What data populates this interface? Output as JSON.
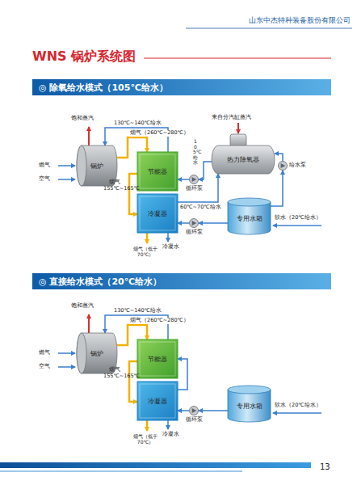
{
  "diagram": {
    "title": "WNS 锅炉系统图",
    "nodes": [
      {
        "text": [
          "◎  除氧给水模式（105℃给水）"
        ]
      },
      {
        "text": [
          "锅炉"
        ]
      },
      {
        "text": [
          "节能器"
        ]
      },
      {
        "text": [
          "冷凝器"
        ]
      },
      {
        "text": [
          "热力除氧器"
        ]
      },
      {
        "text": [
          "循环泵"
        ]
      },
      {
        "text": [
          "给水泵"
        ]
      },
      {
        "text": [
          "循环泵"
        ]
      },
      {
        "text": [
          "专用水箱"
        ]
      },
      {
        "text": [
          "◎  直接给水模式（20℃给水）"
        ]
      },
      {
        "text": [
          "锅炉"
        ]
      },
      {
        "text": [
          "节能器"
        ]
      },
      {
        "text": [
          "冷凝器"
        ]
      },
      {
        "text": [
          "循环泵"
        ]
      },
      {
        "text": [
          "专用水箱"
        ]
      }
    ],
    "edges": [
      {
        "from": 1,
        "to": 2,
        "arrow": "to",
        "label": "烟气（260℃~280℃）"
      },
      {
        "from": 2,
        "to": 1,
        "arrow": "to",
        "label": "130℃~140℃给水"
      },
      {
        "from": 2,
        "to": 3,
        "arrow": "to"
      },
      {
        "from": 4,
        "to": 5,
        "arrow": "to"
      },
      {
        "from": 5,
        "to": 2,
        "arrow": "to"
      },
      {
        "from": 3,
        "to": 4,
        "arrow": "to",
        "label": "60℃~70℃给水"
      },
      {
        "from": 8,
        "to": 7,
        "arrow": "to"
      },
      {
        "from": 7,
        "to": 3,
        "arrow": "to"
      },
      {
        "from": 8,
        "to": 6,
        "arrow": "to"
      },
      {
        "from": 6,
        "to": 4,
        "arrow": "to"
      },
      {
        "from": 10,
        "to": 11,
        "arrow": "to",
        "label": "烟气（260℃~280℃）"
      },
      {
        "from": 11,
        "to": 10,
        "arrow": "to",
        "label": "130℃~140℃给水"
      },
      {
        "from": 11,
        "to": 12,
        "arrow": "to"
      },
      {
        "from": 14,
        "to": 13,
        "arrow": "to"
      },
      {
        "from": 13,
        "to": 12,
        "arrow": "to"
      },
      {
        "from": 12,
        "to": 11,
        "arrow": "to"
      }
    ],
    "labels": [
      "山东中杰特种装备股份有限公司",
      "饱和蒸汽",
      "燃气",
      "空气",
      "烟气 155℃~165℃",
      "来自分汽缸蒸汽",
      "105℃给水",
      "烟气（低于70℃）",
      "冷凝水",
      "软水（20℃给水）",
      "饱和蒸汽",
      "燃气",
      "空气",
      "烟气 155℃~165℃",
      "烟气（低于70℃）",
      "冷凝水",
      "软水（20℃给水）",
      "13"
    ]
  }
}
